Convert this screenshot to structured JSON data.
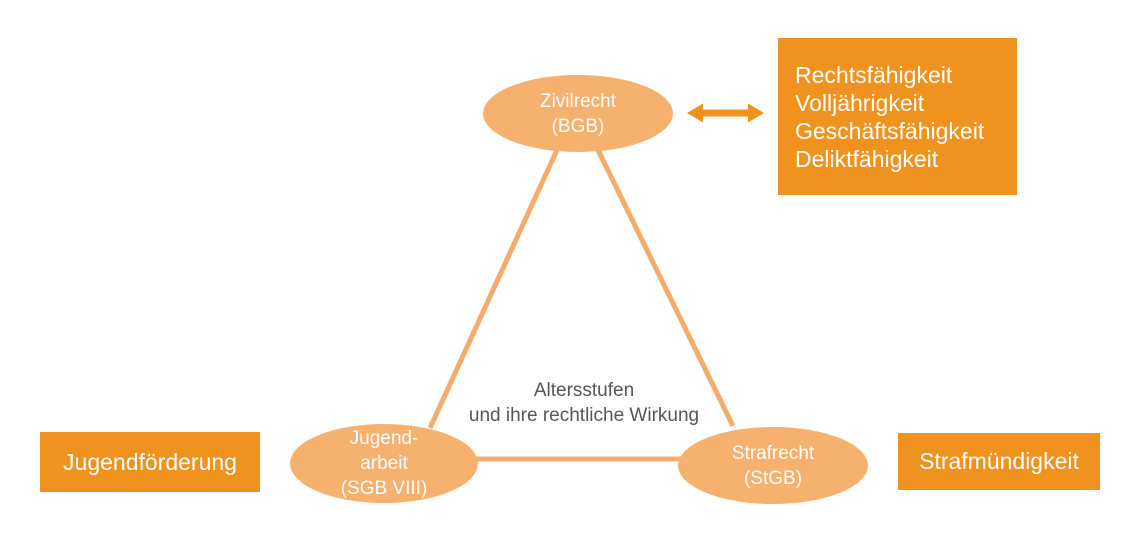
{
  "colors": {
    "accent_orange": "#F0931E",
    "ellipse_orange": "#F6B16E",
    "line_orange": "#F3AC6B",
    "center_text": "#55565A",
    "text_white": "#FFFFFF"
  },
  "center_label": {
    "lines": [
      "Altersstufen",
      "und ihre rechtliche Wirkung"
    ]
  },
  "nodes": {
    "zivilrecht": {
      "lines": [
        "Zivilrecht",
        "(BGB)"
      ]
    },
    "jugendarbeit": {
      "lines": [
        "Jugend-",
        "arbeit",
        "(SGB VIII)"
      ]
    },
    "strafrecht": {
      "lines": [
        "Strafrecht",
        "(StGB)"
      ]
    }
  },
  "callouts": {
    "zivilrecht_terms": {
      "lines": [
        "Rechtsfähigkeit",
        "Volljährigkeit",
        "Geschäftsfähigkeit",
        "Deliktfähigkeit"
      ]
    },
    "jugendfoerderung": "Jugendförderung",
    "strafmuendigkeit": "Strafmündigkeit"
  },
  "icons": {
    "double_arrow": "left-right-arrow"
  }
}
